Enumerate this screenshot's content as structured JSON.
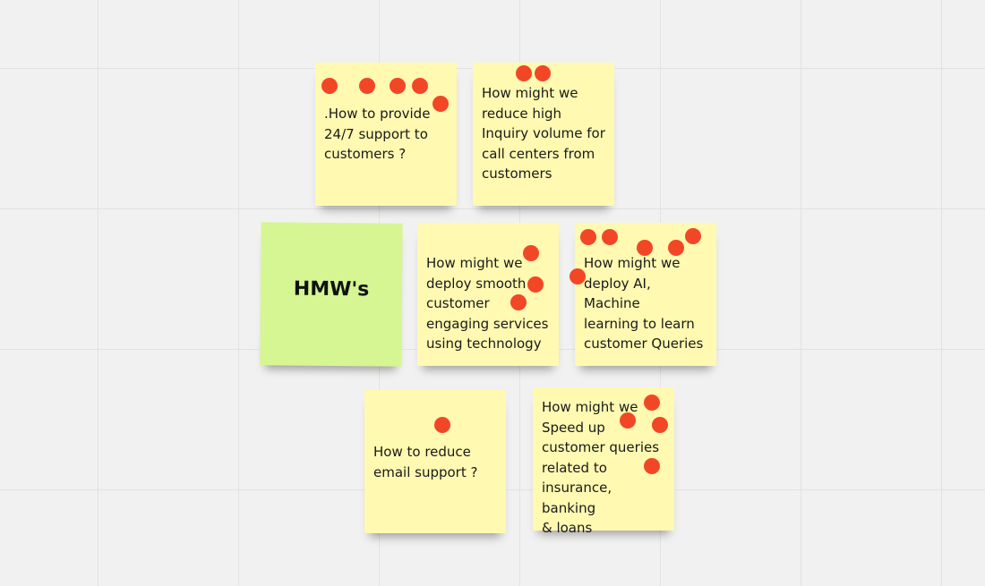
{
  "board": {
    "dot_color": "#f24726",
    "note_color_yellow": "#fff9b1",
    "note_color_green": "#d5f692"
  },
  "notes": {
    "n1": {
      "text": ".How to provide\n24/7 support to\ncustomers ?",
      "votes": 5
    },
    "n2": {
      "text": "How might we\nreduce high\nInquiry volume for\ncall centers from\ncustomers",
      "votes": 2
    },
    "n3": {
      "title": "HMW's"
    },
    "n4": {
      "text": "How might we\ndeploy smooth\ncustomer\nengaging services\nusing technology",
      "votes": 3
    },
    "n5": {
      "text": "How might we\ndeploy AI, Machine\nlearning to learn\ncustomer Queries",
      "votes": 6
    },
    "n6": {
      "text": "How to reduce\nemail support ?",
      "votes": 1
    },
    "n7": {
      "text": "How might we\nSpeed up\ncustomer queries\nrelated to\ninsurance, banking\n& loans",
      "votes": 4
    }
  }
}
